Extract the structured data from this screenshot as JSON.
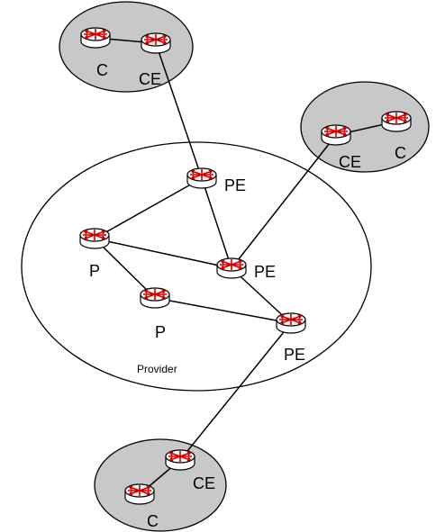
{
  "diagram": {
    "provider_label": "Provider",
    "sites": [
      {
        "id": "site-top"
      },
      {
        "id": "site-right"
      },
      {
        "id": "site-bottom"
      }
    ],
    "nodes": [
      {
        "id": "c-top",
        "label": "C"
      },
      {
        "id": "ce-top",
        "label": "CE"
      },
      {
        "id": "ce-right",
        "label": "CE"
      },
      {
        "id": "c-right",
        "label": "C"
      },
      {
        "id": "pe-top",
        "label": "PE"
      },
      {
        "id": "pe-middle",
        "label": "PE"
      },
      {
        "id": "pe-bottom",
        "label": "PE"
      },
      {
        "id": "p-left",
        "label": "P"
      },
      {
        "id": "p-middle",
        "label": "P"
      },
      {
        "id": "ce-bottom",
        "label": "CE"
      },
      {
        "id": "c-bottom",
        "label": "C"
      }
    ],
    "links": [
      {
        "from": "c-top",
        "to": "ce-top"
      },
      {
        "from": "ce-top",
        "to": "pe-top"
      },
      {
        "from": "ce-right",
        "to": "c-right"
      },
      {
        "from": "ce-right",
        "to": "pe-middle"
      },
      {
        "from": "pe-top",
        "to": "p-left"
      },
      {
        "from": "pe-top",
        "to": "pe-middle"
      },
      {
        "from": "p-left",
        "to": "pe-middle"
      },
      {
        "from": "p-left",
        "to": "p-middle"
      },
      {
        "from": "p-middle",
        "to": "pe-bottom"
      },
      {
        "from": "pe-middle",
        "to": "pe-bottom"
      },
      {
        "from": "pe-bottom",
        "to": "ce-bottom"
      },
      {
        "from": "ce-bottom",
        "to": "c-bottom"
      }
    ]
  }
}
